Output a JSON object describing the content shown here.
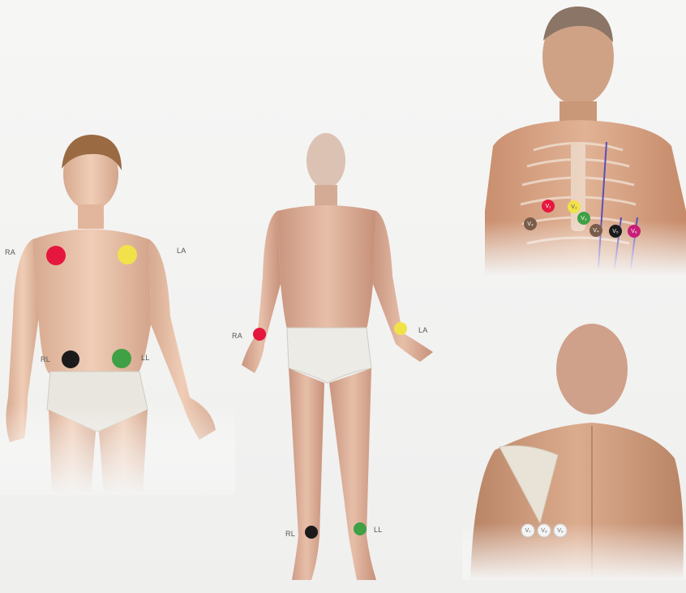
{
  "limb_labels": {
    "ra": "RA",
    "la": "LA",
    "rl": "RL",
    "ll": "LL"
  },
  "precordial_labels": {
    "v1": "V₁",
    "v2": "V₂",
    "v3": "V₃",
    "v4": "V₄",
    "v5": "V₅",
    "v6": "V₆",
    "v7": "V₇",
    "v8": "V₈",
    "v9": "V₉"
  },
  "electrode_colors": {
    "ra": "#e5173f",
    "la": "#f1e24a",
    "rl": "#1b1b1b",
    "ll": "#3fa046",
    "v1": "#e5173f",
    "v2": "#f1e24a",
    "v3": "#3fa046",
    "v4": "#7a5c4a",
    "v5": "#1b1b1b",
    "v6": "#c81e78",
    "posterior": "#f4f4f4"
  },
  "panels": {
    "torso_limb_leads": "torso-placement-figure",
    "extremity_limb_leads": "extremity-placement-figure",
    "chest_precordial": "precordial-chest-figure",
    "back_posterior": "posterior-back-figure"
  }
}
